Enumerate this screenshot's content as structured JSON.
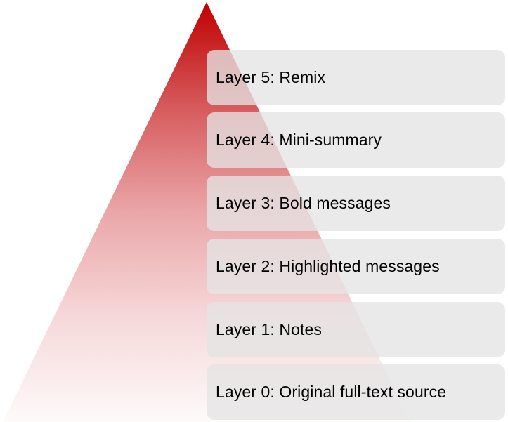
{
  "diagram": {
    "type": "pyramid",
    "colors": {
      "apex": "#c00000",
      "base": "#fdf6f6",
      "box_fill": "#e7e7e7",
      "text": "#000000"
    },
    "layers": [
      {
        "label": "Layer 5: Remix"
      },
      {
        "label": "Layer 4: Mini-summary"
      },
      {
        "label": "Layer 3: Bold messages"
      },
      {
        "label": "Layer 2: Highlighted messages"
      },
      {
        "label": "Layer 1: Notes"
      },
      {
        "label": "Layer 0: Original full-text source"
      }
    ]
  }
}
